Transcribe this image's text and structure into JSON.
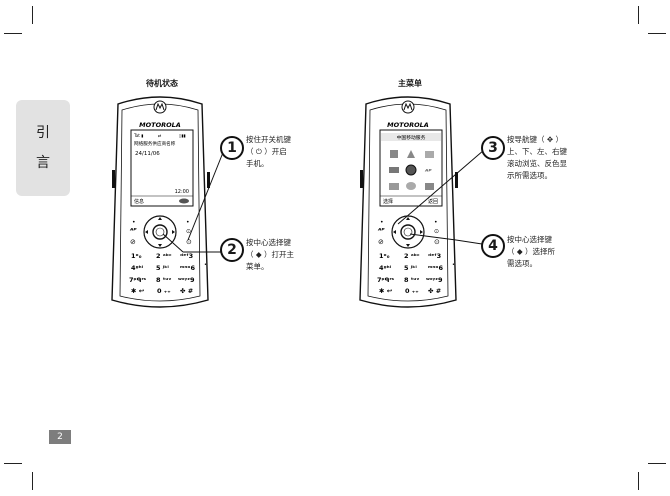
{
  "side_tab": {
    "chars": [
      "引",
      "言"
    ]
  },
  "page_number": "2",
  "left": {
    "caption": "待机状态",
    "brand": "MOTOROLA",
    "screen_operator": "网络服务供应商名称",
    "screen_date": "24/11/06",
    "screen_time": "12:00",
    "screen_softkey_left": "信息",
    "callouts": [
      {
        "number": "1",
        "lines": [
          "按住开关机键",
          "（ ⏻ ）开启",
          "手机。"
        ]
      },
      {
        "number": "2",
        "lines": [
          "按中心选择键",
          "（ ◆ ）打开主",
          "菜单。"
        ]
      }
    ]
  },
  "right": {
    "caption": "主菜单",
    "brand": "MOTOROLA",
    "screen_header": "中国移动服务",
    "screen_softkey_left": "选择",
    "screen_softkey_right": "返回",
    "callouts": [
      {
        "number": "3",
        "lines": [
          "按导航键（ ✥ ）",
          "上、下、左、右键",
          "滚动浏览、反色显",
          "示所需选项。"
        ]
      },
      {
        "number": "4",
        "lines": [
          "按中心选择键",
          "（ ◆ ）选择所",
          "需选项。"
        ]
      }
    ]
  },
  "keypad": {
    "rows": [
      [
        "1",
        "2 abc",
        "3 def"
      ],
      [
        "4 ghi",
        "5 jkl",
        "6 mno"
      ],
      [
        "7 pqrs",
        "8 tuv",
        "9 wxyz"
      ],
      [
        "* ↩",
        "0 +",
        "# ☐"
      ]
    ]
  },
  "colors": {
    "accent": "#111111",
    "tab_bg": "#e2e2e2",
    "page_badge": "#7d7d7d"
  }
}
